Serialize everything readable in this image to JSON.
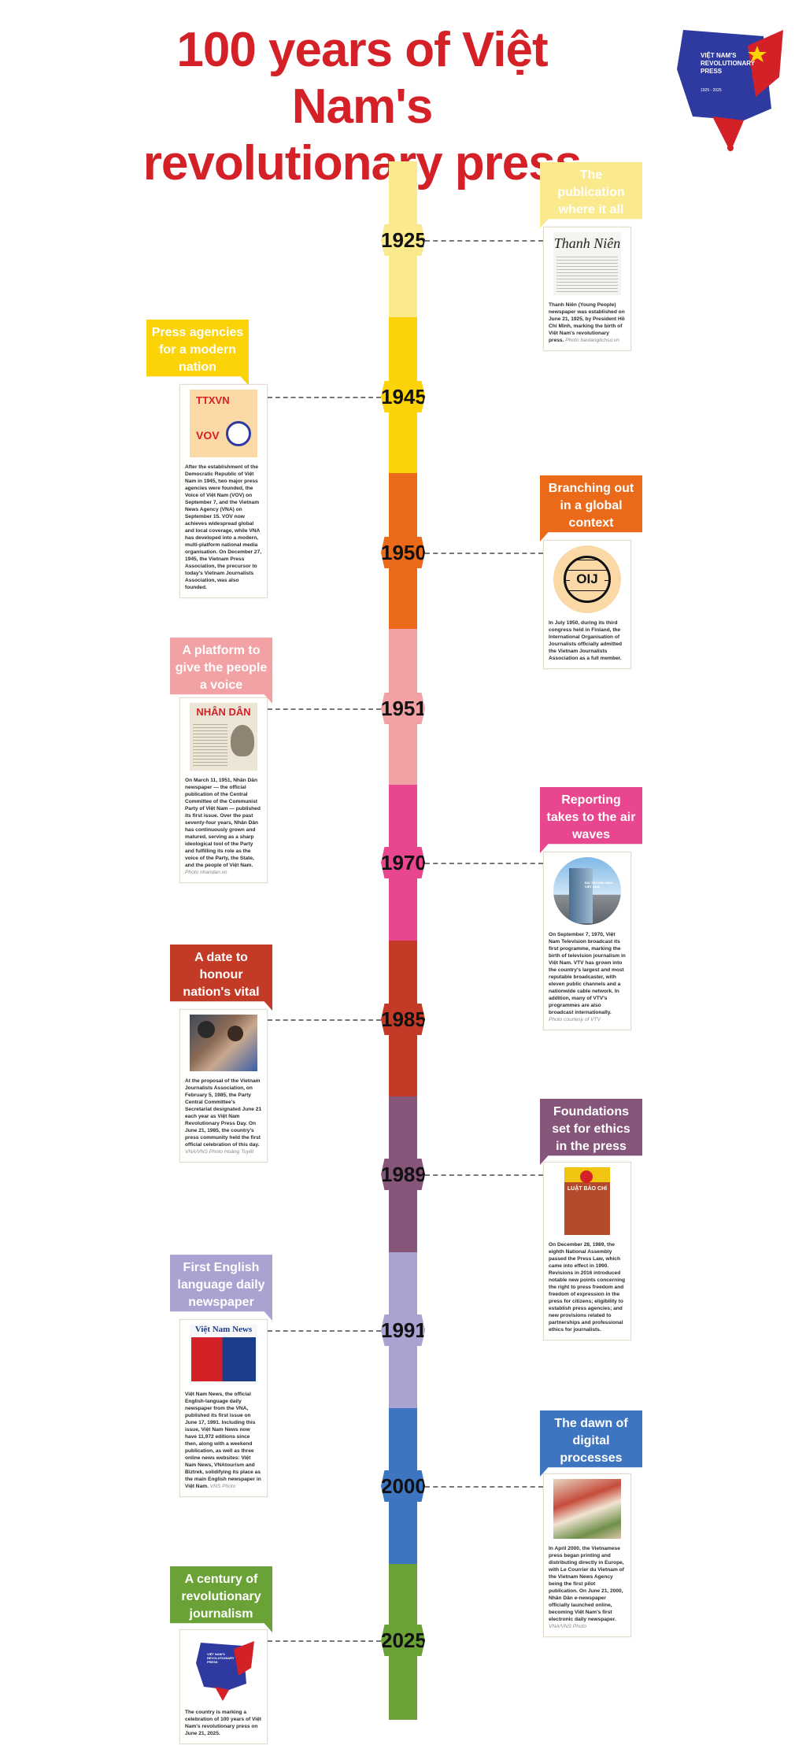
{
  "header": {
    "title_line1": "100 years of Việt Nam's",
    "title_line2": "revolutionary press"
  },
  "logo": {
    "line1": "VIỆT NAM'S",
    "line2": "REVOLUTIONARY",
    "line3": "PRESS",
    "years": "1925 - 2025"
  },
  "colors": {
    "title": "#d42027",
    "y1925": "#fbe98d",
    "y1945": "#fcd307",
    "y1950": "#ea6a1a",
    "y1951": "#f2a2a4",
    "y1970": "#e8468e",
    "y1985": "#c33b26",
    "y1989": "#85557a",
    "y1991": "#a9a3d2",
    "y2000": "#3e75c0",
    "y2025": "#6aa238"
  },
  "events": [
    {
      "year": "1925",
      "heading": "The publication where it all began",
      "text": "Thanh Niên (Young People) newspaper was established on June 21, 1925, by President Hồ Chí Minh, marking the birth of Việt Nam's revolutionary press.",
      "credit": "Photo baotanglichsu.vn",
      "photo_label": "Thanh Niên"
    },
    {
      "year": "1945",
      "heading": "Press agencies for a modern nation",
      "text": "After the establishment of the Democratic Republic of Việt Nam in 1945, two major press agencies were founded, the Voice of Việt Nam (VOV) on September 7, and the Vietnam News Agency (VNA) on September 15. VOV now achieves widespread global and local coverage, while VNA has developed into a modern, multi-platform national media organisation. On December 27, 1945, the Vietnam Press Association, the precursor to today's Vietnam Journalists Association, was also founded.",
      "credit": "",
      "photo_label": "TTXVN",
      "photo_label2": "VOV"
    },
    {
      "year": "1950",
      "heading": "Branching out in a global context",
      "text": "In July 1950, during its third congress held in Finland, the International Organisation of Journalists officially admitted the Vietnam Journalists Association as a full member.",
      "credit": "",
      "photo_label": "OIJ"
    },
    {
      "year": "1951",
      "heading": "A platform to give the people a voice",
      "text": "On March 11, 1951, Nhân Dân newspaper — the official publication of the Central Committee of the Communist Party of Việt Nam — published its first issue. Over the past seventy-four years, Nhân Dân has continuously grown and matured, serving as a sharp ideological tool of the Party and fulfilling its role as the voice of the Party, the State, and the people of Việt Nam.",
      "credit": "Photo nhandan.vn",
      "photo_label": "NHÂN DÂN"
    },
    {
      "year": "1970",
      "heading": "Reporting takes to the air waves",
      "text": "On September 7, 1970, Việt Nam Television broadcast its first programme, marking the birth of television journalism in Việt Nam. VTV has grown into the country's largest and most reputable broadcaster, with eleven public channels and a nationwide cable network. In addition, many of VTV's programmes are also broadcast internationally.",
      "credit": "Photo courtesy of VTV",
      "photo_label": "ĐÀI TRUYỀN HÌNH VIỆT NAM"
    },
    {
      "year": "1985",
      "heading": "A date to honour nation's vital press",
      "text": "At the proposal of the Vietnam Journalists Association, on February 5, 1985, the Party Central Committee's Secretariat designated June 21 each year as Việt Nam Revolutionary Press Day. On June 21, 1985, the country's press community held the first official celebration of this day.",
      "credit": "VNA/VNS Photo Hoàng Tuyết",
      "photo_label": ""
    },
    {
      "year": "1989",
      "heading": "Foundations set for ethics in the press",
      "text": "On December 28, 1989, the eighth National Assembly passed the Press Law, which came into effect in 1990. Revisions in 2016 introduced notable new points concerning the right to press freedom and freedom of expression in the press for citizens; eligibility to establish press agencies; and new provisions related to partnerships and professional ethics for journalists.",
      "credit": "",
      "photo_label": "LUẬT BÁO CHÍ"
    },
    {
      "year": "1991",
      "heading": "First English language daily newspaper",
      "text": "Việt Nam News, the official English-language daily newspaper from the VNA, published its first issue on June 17, 1991. Including this issue, Việt Nam News now have 11,972 editions since then, along with a weekend publication, as well as three online news websites: Việt Nam News, VNAtourism and Biztrek, solidifying its place as the main English newspaper in Việt Nam.",
      "credit": "VNS Photo",
      "photo_label": "Việt Nam News"
    },
    {
      "year": "2000",
      "heading": "The dawn of digital processes",
      "text": "In April 2000, the Vietnamese press began printing and distributing directly in Europe, with Le Courrier du Vietnam of the Vietnam News Agency being the first pilot publication. On June 21, 2000, Nhân Dân e-newspaper officially launched online, becoming Việt Nam's first electronic daily newspaper.",
      "credit": "VNA/VNS Photo",
      "photo_label": ""
    },
    {
      "year": "2025",
      "heading": "A century of revolutionary journalism",
      "text": "The country is marking a celebration of 100 years of Việt Nam's revolutionary press on June 21, 2025.",
      "credit": "",
      "photo_label": "VIỆT NAM'S REVOLUTIONARY PRESS"
    }
  ]
}
